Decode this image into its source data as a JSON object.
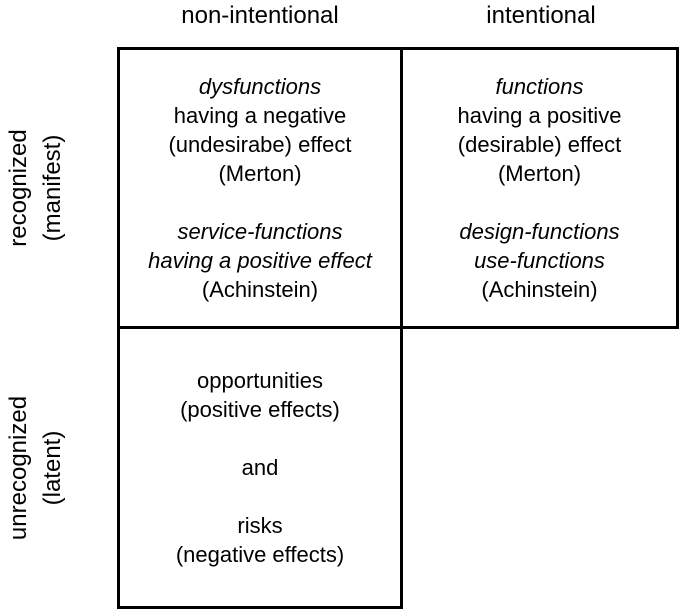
{
  "headers": {
    "col_left": "non-intentional",
    "col_right": "intentional"
  },
  "row_labels": {
    "top": [
      "recognized",
      "(manifest)"
    ],
    "bottom": [
      "unrecognized",
      "(latent)"
    ]
  },
  "cells": {
    "top_left": {
      "lines": [
        {
          "text": "dysfunctions",
          "italic": true
        },
        {
          "text": "having a negative",
          "italic": false
        },
        {
          "text": "(undesirabe) effect",
          "italic": false
        },
        {
          "text": "(Merton)",
          "italic": false
        },
        {
          "text": "",
          "italic": false
        },
        {
          "text": "service-functions",
          "italic": true
        },
        {
          "text": "having a positive effect",
          "italic": true
        },
        {
          "text": "(Achinstein)",
          "italic": false
        }
      ]
    },
    "top_right": {
      "lines": [
        {
          "text": "functions",
          "italic": true
        },
        {
          "text": "having a positive",
          "italic": false
        },
        {
          "text": "(desirable) effect",
          "italic": false
        },
        {
          "text": "(Merton)",
          "italic": false
        },
        {
          "text": "",
          "italic": false
        },
        {
          "text": "design-functions",
          "italic": true
        },
        {
          "text": "use-functions",
          "italic": true
        },
        {
          "text": "(Achinstein)",
          "italic": false
        }
      ]
    },
    "bottom_left": {
      "lines": [
        {
          "text": "opportunities",
          "italic": false
        },
        {
          "text": "(positive effects)",
          "italic": false
        },
        {
          "text": "",
          "italic": false
        },
        {
          "text": "and",
          "italic": false
        },
        {
          "text": "",
          "italic": false
        },
        {
          "text": "risks",
          "italic": false
        },
        {
          "text": "(negative effects)",
          "italic": false
        }
      ]
    }
  },
  "colors": {
    "border": "#000000",
    "background": "#ffffff",
    "text": "#000000"
  }
}
